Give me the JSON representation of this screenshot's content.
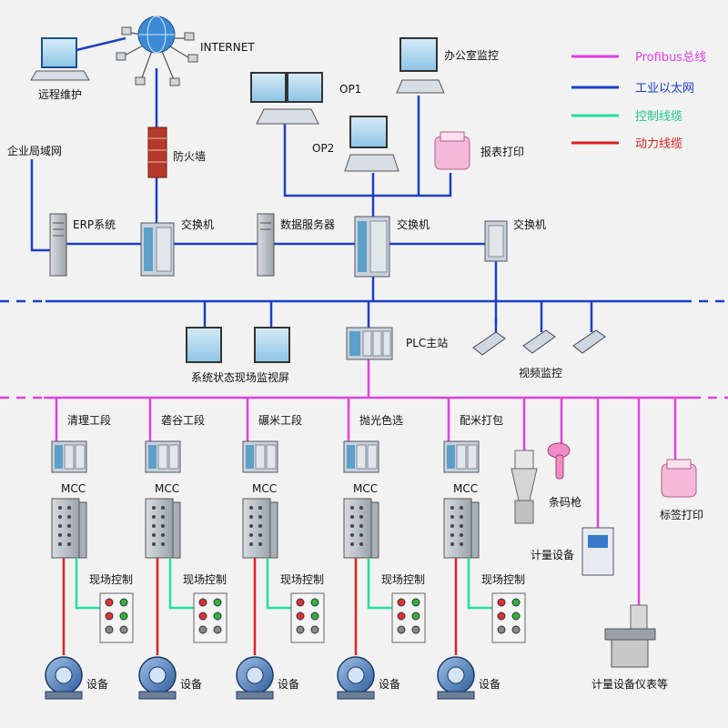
{
  "network": {
    "internet": "INTERNET",
    "remote_maintenance": "远程维护",
    "firewall": "防火墙",
    "enterprise_lan": "企业局域网",
    "erp_system": "ERP系统",
    "switch_1": "交换机",
    "data_server": "数据服务器",
    "switch_2": "交换机",
    "switch_3": "交换机",
    "op1": "OP1",
    "op2": "OP2",
    "office_monitor": "办公室监控",
    "report_print": "报表打印"
  },
  "control": {
    "plc_master": "PLC主站",
    "status_monitor_screen": "系统状态现场监视屏",
    "video_monitor": "视频监控"
  },
  "sections": [
    {
      "label": "清理工段"
    },
    {
      "label": "砻谷工段"
    },
    {
      "label": "碾米工段"
    },
    {
      "label": "抛光色选"
    },
    {
      "label": "配米打包"
    }
  ],
  "column_labels": {
    "mcc": "MCC",
    "field_control": "现场控制",
    "equipment": "设备"
  },
  "packaging": {
    "barcode_gun": "条码枪",
    "label_print": "标签打印",
    "metering_device": "计量设备",
    "metering_instruments": "计量设备仪表等"
  },
  "legend": [
    {
      "label": "Profibus总线",
      "color": "#e040e0"
    },
    {
      "label": "工业以太网",
      "color": "#1a3fc8"
    },
    {
      "label": "控制线缆",
      "color": "#22e0a0"
    },
    {
      "label": "动力线缆",
      "color": "#e02020"
    }
  ],
  "colors": {
    "profibus": "#e040e0",
    "ethernet": "#1a3fc8",
    "control": "#22e0a0",
    "power": "#e02020"
  }
}
